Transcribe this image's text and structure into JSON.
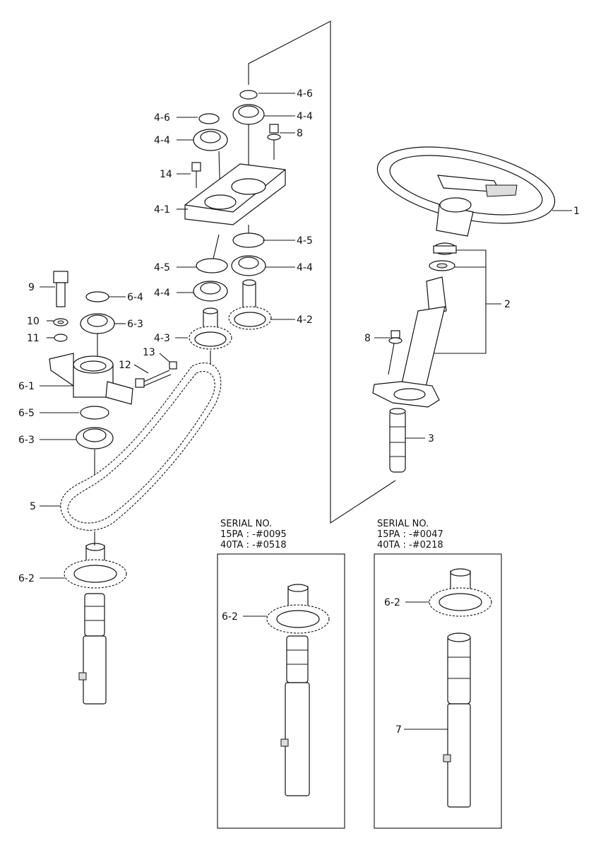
{
  "callouts": [
    {
      "id": "lbl-4-6a",
      "text": "4-6"
    },
    {
      "id": "lbl-4-4a",
      "text": "4-4"
    },
    {
      "id": "lbl-8a",
      "text": "8"
    },
    {
      "id": "lbl-4-6b",
      "text": "4-6"
    },
    {
      "id": "lbl-4-4b",
      "text": "4-4"
    },
    {
      "id": "lbl-14",
      "text": "14"
    },
    {
      "id": "lbl-4-1",
      "text": "4-1"
    },
    {
      "id": "lbl-4-5a",
      "text": "4-5"
    },
    {
      "id": "lbl-4-5b",
      "text": "4-5"
    },
    {
      "id": "lbl-4-4c",
      "text": "4-4"
    },
    {
      "id": "lbl-4-4d",
      "text": "4-4"
    },
    {
      "id": "lbl-4-2",
      "text": "4-2"
    },
    {
      "id": "lbl-4-3",
      "text": "4-3"
    },
    {
      "id": "lbl-1",
      "text": "1"
    },
    {
      "id": "lbl-2",
      "text": "2"
    },
    {
      "id": "lbl-8b",
      "text": "8"
    },
    {
      "id": "lbl-3",
      "text": "3"
    },
    {
      "id": "lbl-9",
      "text": "9"
    },
    {
      "id": "lbl-6-4",
      "text": "6-4"
    },
    {
      "id": "lbl-10",
      "text": "10"
    },
    {
      "id": "lbl-6-3a",
      "text": "6-3"
    },
    {
      "id": "lbl-11",
      "text": "11"
    },
    {
      "id": "lbl-13",
      "text": "13"
    },
    {
      "id": "lbl-12",
      "text": "12"
    },
    {
      "id": "lbl-6-1",
      "text": "6-1"
    },
    {
      "id": "lbl-6-5",
      "text": "6-5"
    },
    {
      "id": "lbl-6-3b",
      "text": "6-3"
    },
    {
      "id": "lbl-5",
      "text": "5"
    },
    {
      "id": "lbl-6-2a",
      "text": "6-2"
    },
    {
      "id": "lbl-6-2b",
      "text": "6-2"
    },
    {
      "id": "lbl-6-2c",
      "text": "6-2"
    },
    {
      "id": "lbl-7",
      "text": "7"
    }
  ],
  "serial_boxes": [
    {
      "title": "SERIAL NO.",
      "line1": "15PA : -#0095",
      "line2": "40TA : -#0518"
    },
    {
      "title": "SERIAL NO.",
      "line1": "15PA : -#0047",
      "line2": "40TA : -#0218"
    }
  ]
}
